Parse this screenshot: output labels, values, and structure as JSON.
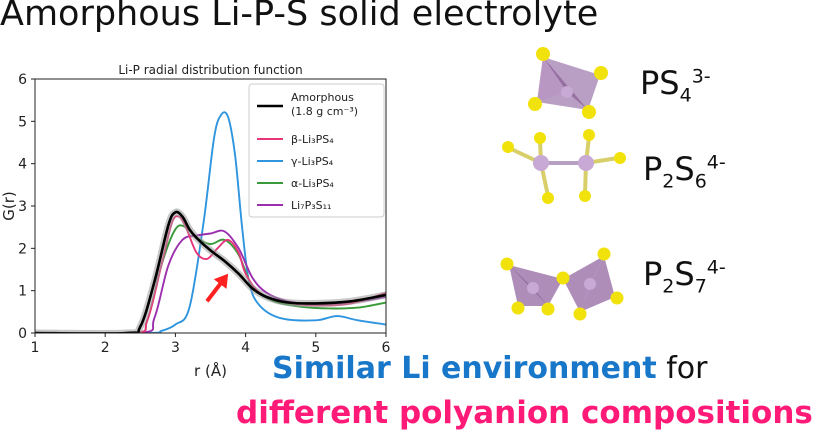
{
  "header": {
    "title": "Amorphous Li-P-S solid electrolyte"
  },
  "chart_data": {
    "type": "line",
    "title": "Li-P radial distribution function",
    "xlabel": "r (Å)",
    "ylabel": "G(r)",
    "xlim": [
      1,
      6
    ],
    "ylim": [
      0,
      6
    ],
    "xticks": [
      "1",
      "2",
      "3",
      "4",
      "5",
      "6"
    ],
    "yticks": [
      "0",
      "1",
      "2",
      "3",
      "4",
      "5",
      "6"
    ],
    "grid": false,
    "legend_position": "top-right",
    "series": [
      {
        "name": "Amorphous (1.8 g cm⁻³)",
        "legend": [
          "Amorphous",
          "(1.8 g cm⁻³)"
        ],
        "color": "#000000",
        "x": [
          1.0,
          2.3,
          2.5,
          2.7,
          2.9,
          3.0,
          3.1,
          3.2,
          3.3,
          3.5,
          3.7,
          3.9,
          4.1,
          4.3,
          4.6,
          5.0,
          5.5,
          6.0
        ],
        "y": [
          0.0,
          0.0,
          0.15,
          1.2,
          2.55,
          2.85,
          2.75,
          2.45,
          2.25,
          1.95,
          1.7,
          1.4,
          1.05,
          0.85,
          0.72,
          0.7,
          0.75,
          0.9
        ]
      },
      {
        "name": "β-Li₃PS₄",
        "color": "#e8357a",
        "x": [
          1.0,
          2.4,
          2.6,
          2.8,
          2.95,
          3.05,
          3.15,
          3.3,
          3.45,
          3.6,
          3.75,
          3.9,
          4.0,
          4.2,
          4.5,
          5.0,
          5.5,
          6.0
        ],
        "y": [
          0.0,
          0.0,
          0.3,
          1.6,
          2.6,
          2.75,
          2.5,
          1.9,
          1.75,
          2.0,
          2.2,
          1.9,
          1.4,
          0.95,
          0.75,
          0.65,
          0.7,
          0.95
        ]
      },
      {
        "name": "γ-Li₃PS₄",
        "color": "#2f95de",
        "x": [
          1.0,
          2.6,
          2.8,
          3.0,
          3.2,
          3.4,
          3.55,
          3.65,
          3.75,
          3.85,
          3.95,
          4.05,
          4.2,
          4.5,
          5.0,
          5.3,
          5.6,
          6.0
        ],
        "y": [
          0.0,
          0.0,
          0.05,
          0.2,
          0.6,
          2.6,
          4.6,
          5.15,
          5.1,
          4.2,
          2.5,
          1.2,
          0.65,
          0.35,
          0.3,
          0.4,
          0.3,
          0.2
        ]
      },
      {
        "name": "α-Li₃PS₄",
        "color": "#3a9a3a",
        "x": [
          1.0,
          2.4,
          2.6,
          2.8,
          3.0,
          3.15,
          3.3,
          3.5,
          3.7,
          3.9,
          4.1,
          4.4,
          4.8,
          5.2,
          5.6,
          6.0
        ],
        "y": [
          0.0,
          0.0,
          0.3,
          1.6,
          2.45,
          2.5,
          2.25,
          2.1,
          2.2,
          1.85,
          1.1,
          0.75,
          0.62,
          0.58,
          0.6,
          0.72
        ]
      },
      {
        "name": "Li₇P₃S₁₁",
        "color": "#9b2fae",
        "x": [
          1.0,
          2.5,
          2.7,
          2.9,
          3.1,
          3.3,
          3.5,
          3.7,
          3.9,
          4.1,
          4.3,
          4.6,
          5.0,
          5.5,
          6.0
        ],
        "y": [
          0.0,
          0.0,
          0.35,
          1.6,
          2.2,
          2.3,
          2.35,
          2.4,
          2.0,
          1.3,
          0.95,
          0.75,
          0.68,
          0.72,
          0.85
        ]
      }
    ],
    "annotation": {
      "type": "arrow",
      "color": "#ff2020",
      "from": [
        3.45,
        0.75
      ],
      "to": [
        3.75,
        1.4
      ]
    }
  },
  "structures": [
    {
      "id": "ps4",
      "formula": "PS",
      "sub": "4",
      "sup": "3-"
    },
    {
      "id": "p2s6",
      "formula": "P",
      "sub1": "2",
      "formula2": "S",
      "sub2": "6",
      "sup": "4-"
    },
    {
      "id": "p2s7",
      "formula": "P",
      "sub1": "2",
      "formula2": "S",
      "sub2": "7",
      "sup": "4-"
    }
  ],
  "tagline": {
    "highlight": "Similar Li environment",
    "rest": " for",
    "line2": "different polyanion compositions"
  },
  "colors": {
    "sulfur": "#f2e20b",
    "phosphorus": "#c8a8d4",
    "polyhedron": "#9a72a8",
    "blue_text": "#1877c9",
    "pink_text": "#ff1a78"
  }
}
